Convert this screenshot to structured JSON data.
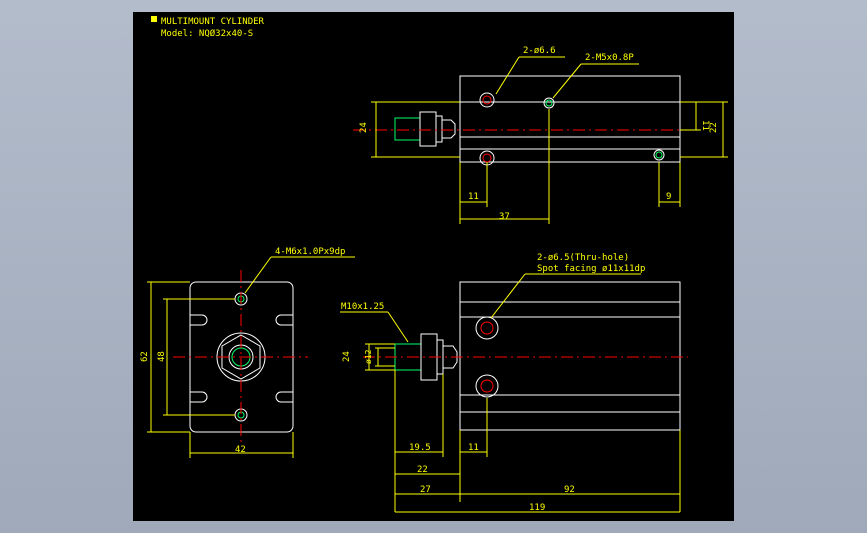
{
  "title": "MULTIMOUNT CYLINDER",
  "model": "Model: NQØ32x40-S",
  "colors": {
    "background_frame": "#a9b4c3",
    "drawing_background": "#000000",
    "outline": "#ffffff",
    "dimension": "#ffff00",
    "centerline": "#ff0000",
    "leader": "#ffff00"
  },
  "top_view": {
    "callouts": [
      "2-ø6.6",
      "2-M5x0.8P"
    ],
    "dims": {
      "d24": "24",
      "d11_right": "11",
      "d22": "22",
      "d11_bottom": "11",
      "d37": "37",
      "d9": "9"
    }
  },
  "end_view": {
    "callout": "4-M6x1.0Px9dp",
    "dims": {
      "d62": "62",
      "d48": "48",
      "d42": "42"
    }
  },
  "side_view": {
    "callouts": [
      "2-ø6.5(Thru-hole)",
      "Spot facing ø11x11dp",
      "M10x1.25"
    ],
    "dims": {
      "d24": "24",
      "d12": "ø12",
      "d19_5": "19.5",
      "d11": "11",
      "d22": "22",
      "d27": "27",
      "d92": "92",
      "d119": "119"
    }
  }
}
